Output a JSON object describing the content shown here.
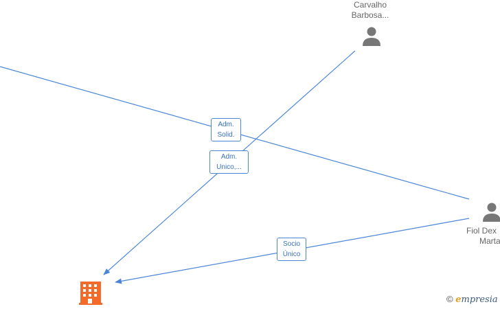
{
  "nodes": {
    "carvalho": {
      "line1": "Carvalho",
      "line2": "Barbosa..."
    },
    "fiol": {
      "line1": "Fiol Dex",
      "line2": "Marta"
    }
  },
  "edges": {
    "adm_solid": {
      "line1": "Adm.",
      "line2": "Solid."
    },
    "adm_unico": {
      "line1": "Adm.",
      "line2": "Unico,..."
    },
    "socio_unico": {
      "line1": "Socio",
      "line2": "Único"
    }
  },
  "watermark": {
    "copyright": "©",
    "brand_initial": "e",
    "brand_rest": "mpresia"
  },
  "colors": {
    "edge": "#4a86d8",
    "company": "#f26b2b",
    "person": "#777777"
  }
}
